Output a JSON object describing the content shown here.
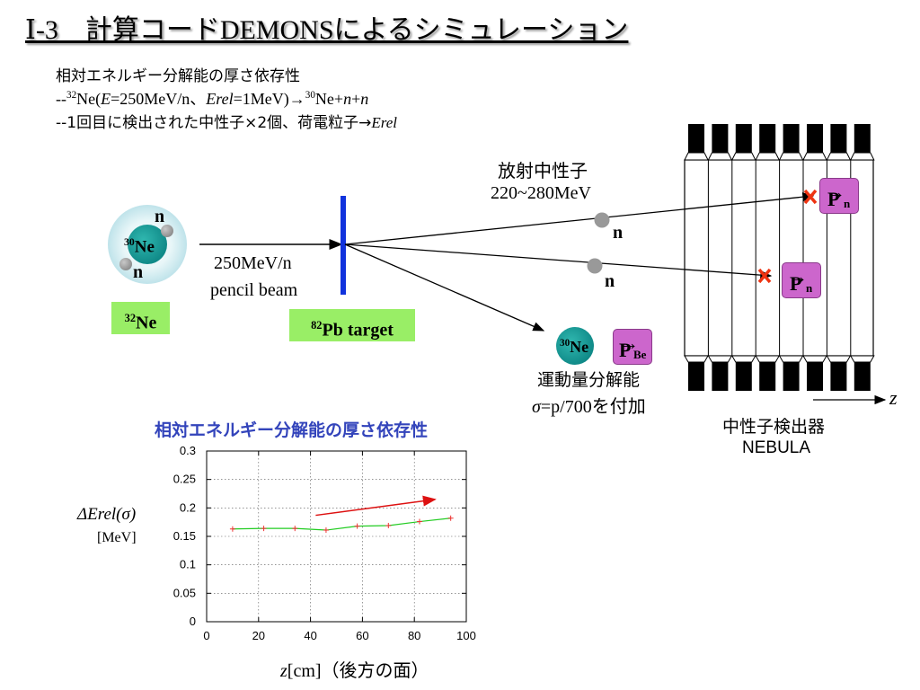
{
  "title": "Ⅰ-3　計算コードDEMONSによるシミュレーション",
  "description": {
    "line1": "相対エネルギー分解能の厚さ依存性",
    "line2": {
      "prefix": "--",
      "mass1": "32",
      "t1": "Ne(",
      "E": "E",
      "t2": "=250MeV/n、",
      "erel": "Erel",
      "t3": "=1MeV)→",
      "mass2": "30",
      "t4": "Ne+",
      "n1": "n",
      "plus": "+",
      "n2": "n"
    },
    "line3": {
      "prefix": "--1回目に検出された中性子×2個、荷電粒子→",
      "erel": "Erel"
    }
  },
  "beam": {
    "nucleus_label": "Ne",
    "nucleus_mass": "30",
    "neutron_label": "n",
    "projectile": {
      "mass": "32",
      "name": "Ne"
    },
    "energy_label": "250MeV/n",
    "beam_label": "pencil beam",
    "target": {
      "mass": "82",
      "name": "Pb target"
    }
  },
  "products": {
    "neutron_header": "放射中性子",
    "neutron_energy": "220~280MeV",
    "neutron_label": "n",
    "fragment_mass": "30",
    "fragment_name": "Ne",
    "momentum_symbol": "P",
    "momentum_sub_n": "n",
    "momentum_sub_be": "Be",
    "resolution_label": "運動量分解能",
    "sigma_symbol": "σ",
    "sigma_text": "=p/700を付加"
  },
  "detector": {
    "name_jp": "中性子検出器",
    "name_en": "NEBULA",
    "axis_label": "z",
    "colors": {
      "pmt": "#000000",
      "hit_marker": "#ee3311",
      "momentum_box": "#cc66cc"
    }
  },
  "chart_data": {
    "type": "line",
    "title": "相対エネルギー分解能の厚さ依存性",
    "ylabel_symbol": "ΔErel(σ)",
    "ylabel_unit": "[MeV]",
    "xlabel": {
      "var": "z",
      "rest": "[cm]（後方の面）"
    },
    "xlim": [
      0,
      100
    ],
    "ylim": [
      0,
      0.3
    ],
    "xticks": [
      0,
      20,
      40,
      60,
      80,
      100
    ],
    "yticks": [
      0,
      0.05,
      0.1,
      0.15,
      0.2,
      0.25,
      0.3
    ],
    "ytick_labels": [
      "0",
      "0.05",
      "0.1",
      "0.15",
      "0.2",
      "0.25",
      "0.3"
    ],
    "grid": true,
    "series": [
      {
        "color": "#22cc22",
        "marker_color": "#ee3333",
        "x": [
          10,
          22,
          34,
          46,
          58,
          70,
          82,
          94
        ],
        "y": [
          0.163,
          0.164,
          0.164,
          0.161,
          0.168,
          0.169,
          0.176,
          0.182
        ]
      }
    ],
    "trend_arrow": {
      "from": [
        42,
        0.187
      ],
      "to": [
        88,
        0.215
      ],
      "color": "#dd1111"
    }
  }
}
